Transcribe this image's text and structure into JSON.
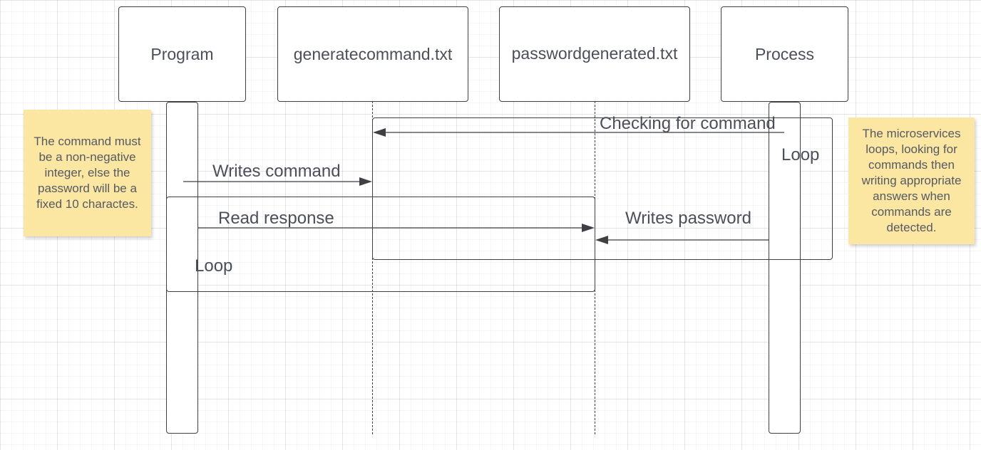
{
  "diagram": {
    "participants": [
      {
        "id": "program",
        "label": "Program"
      },
      {
        "id": "generatecommand",
        "label": "generatecommand.txt"
      },
      {
        "id": "passwordgenerated",
        "label": "passwordgenerated.txt"
      },
      {
        "id": "process",
        "label": "Process"
      }
    ],
    "messages": [
      {
        "id": "checking",
        "label": "Checking for command",
        "from": "process",
        "to": "generatecommand"
      },
      {
        "id": "writes_command",
        "label": "Writes command",
        "from": "program",
        "to": "generatecommand"
      },
      {
        "id": "read_response",
        "label": "Read response",
        "from": "program",
        "to": "passwordgenerated"
      },
      {
        "id": "writes_password",
        "label": "Writes password",
        "from": "process",
        "to": "passwordgenerated"
      }
    ],
    "loops": {
      "process_loop": "Loop",
      "program_loop": "Loop"
    },
    "notes": {
      "left": "The command must be a non-negative integer, else the password will be a fixed 10 charactes.",
      "right": "The microservices loops, looking for commands then writing appropriate answers when commands are detected."
    }
  },
  "colors": {
    "line": "#3f3f46",
    "text": "#4a4f5a",
    "note_fill": "#fbe7a1"
  }
}
